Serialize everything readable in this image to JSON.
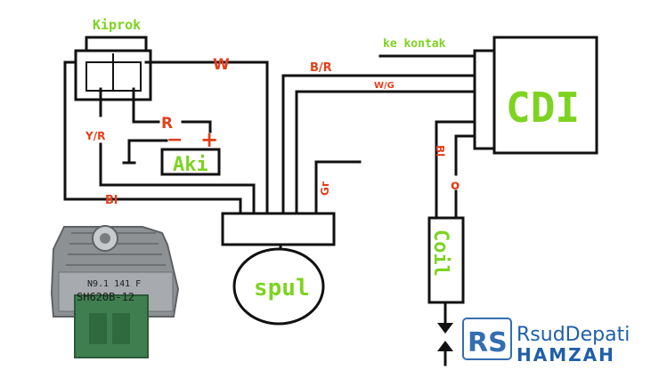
{
  "components": {
    "kiprok_label": "Kiprok",
    "cdi_label": "CDI",
    "aki_label": "Aki",
    "coil_label": "Coil",
    "spul_label": "spul",
    "regulator_marking_1": "N9.1 141 F",
    "regulator_marking_2": "SH620B-12"
  },
  "wires": {
    "white": "W",
    "black_red": "B/R",
    "white_green": "W/G",
    "ke_kontak": "ke kontak",
    "yellow_red": "Y/R",
    "black_left": "Bl",
    "black_coil": "Bl",
    "green_red": "Gr",
    "orange": "o"
  },
  "battery": {
    "positive_label": "R",
    "minus_sign": "−",
    "plus_sign": "+"
  },
  "watermark": {
    "logo_initials": "RS",
    "line1": "RsudDepati",
    "line2": "HAMZAH"
  },
  "colors": {
    "label_orange": "#e2401b",
    "label_green": "#7ed321",
    "wire_black": "#111111",
    "regulator_green": "#3f7f4f",
    "regulator_metal": "#8e9194",
    "watermark_blue": "#1f5fa8"
  }
}
